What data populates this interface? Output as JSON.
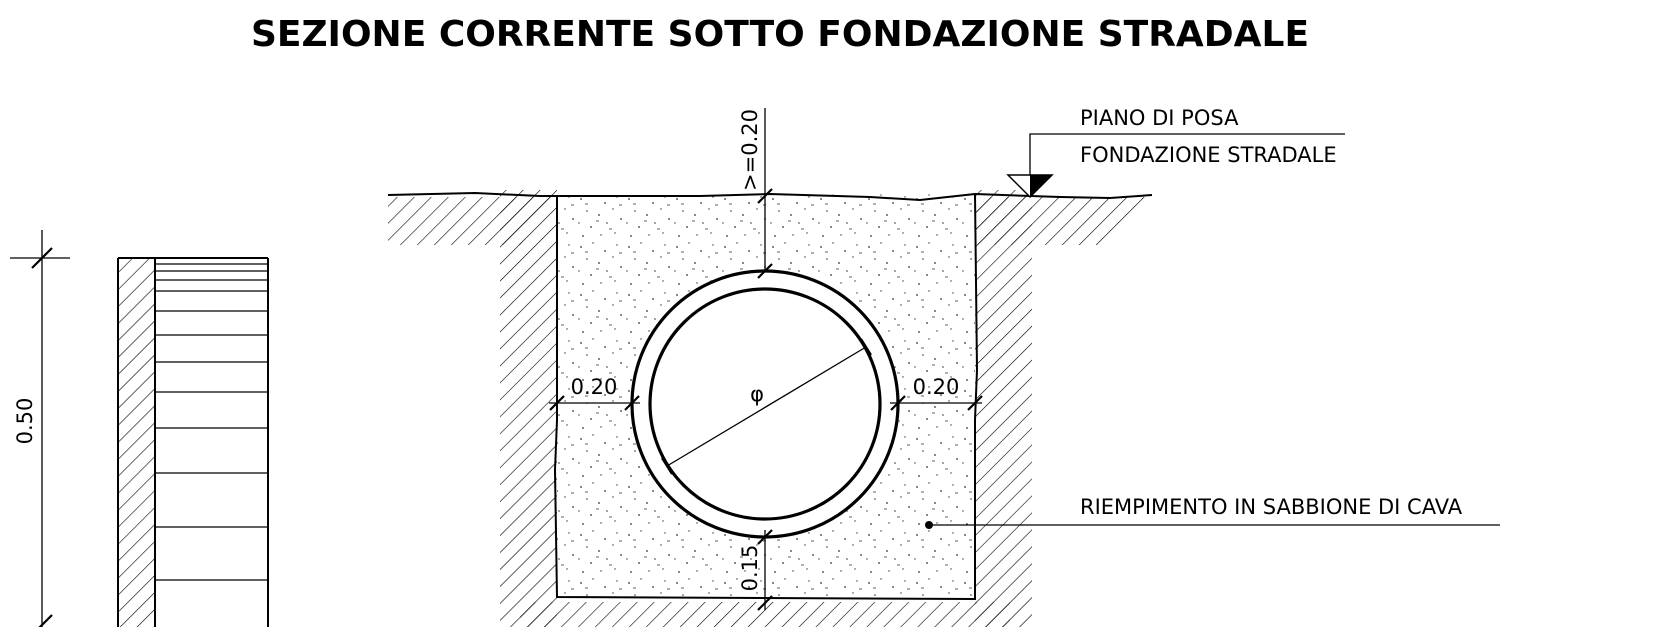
{
  "title": "SEZIONE CORRENTE SOTTO FONDAZIONE STRADALE",
  "labels": {
    "piano_line1": "PIANO DI POSA",
    "piano_line2": "FONDAZIONE STRADALE",
    "fill": "RIEMPIMENTO IN SABBIONE DI CAVA"
  },
  "dimensions": {
    "cover_top": ">=0.20",
    "side_left": "0.20",
    "side_right": "0.20",
    "bottom": "0.15",
    "diameter_symbol": "φ",
    "height": "0.50"
  }
}
